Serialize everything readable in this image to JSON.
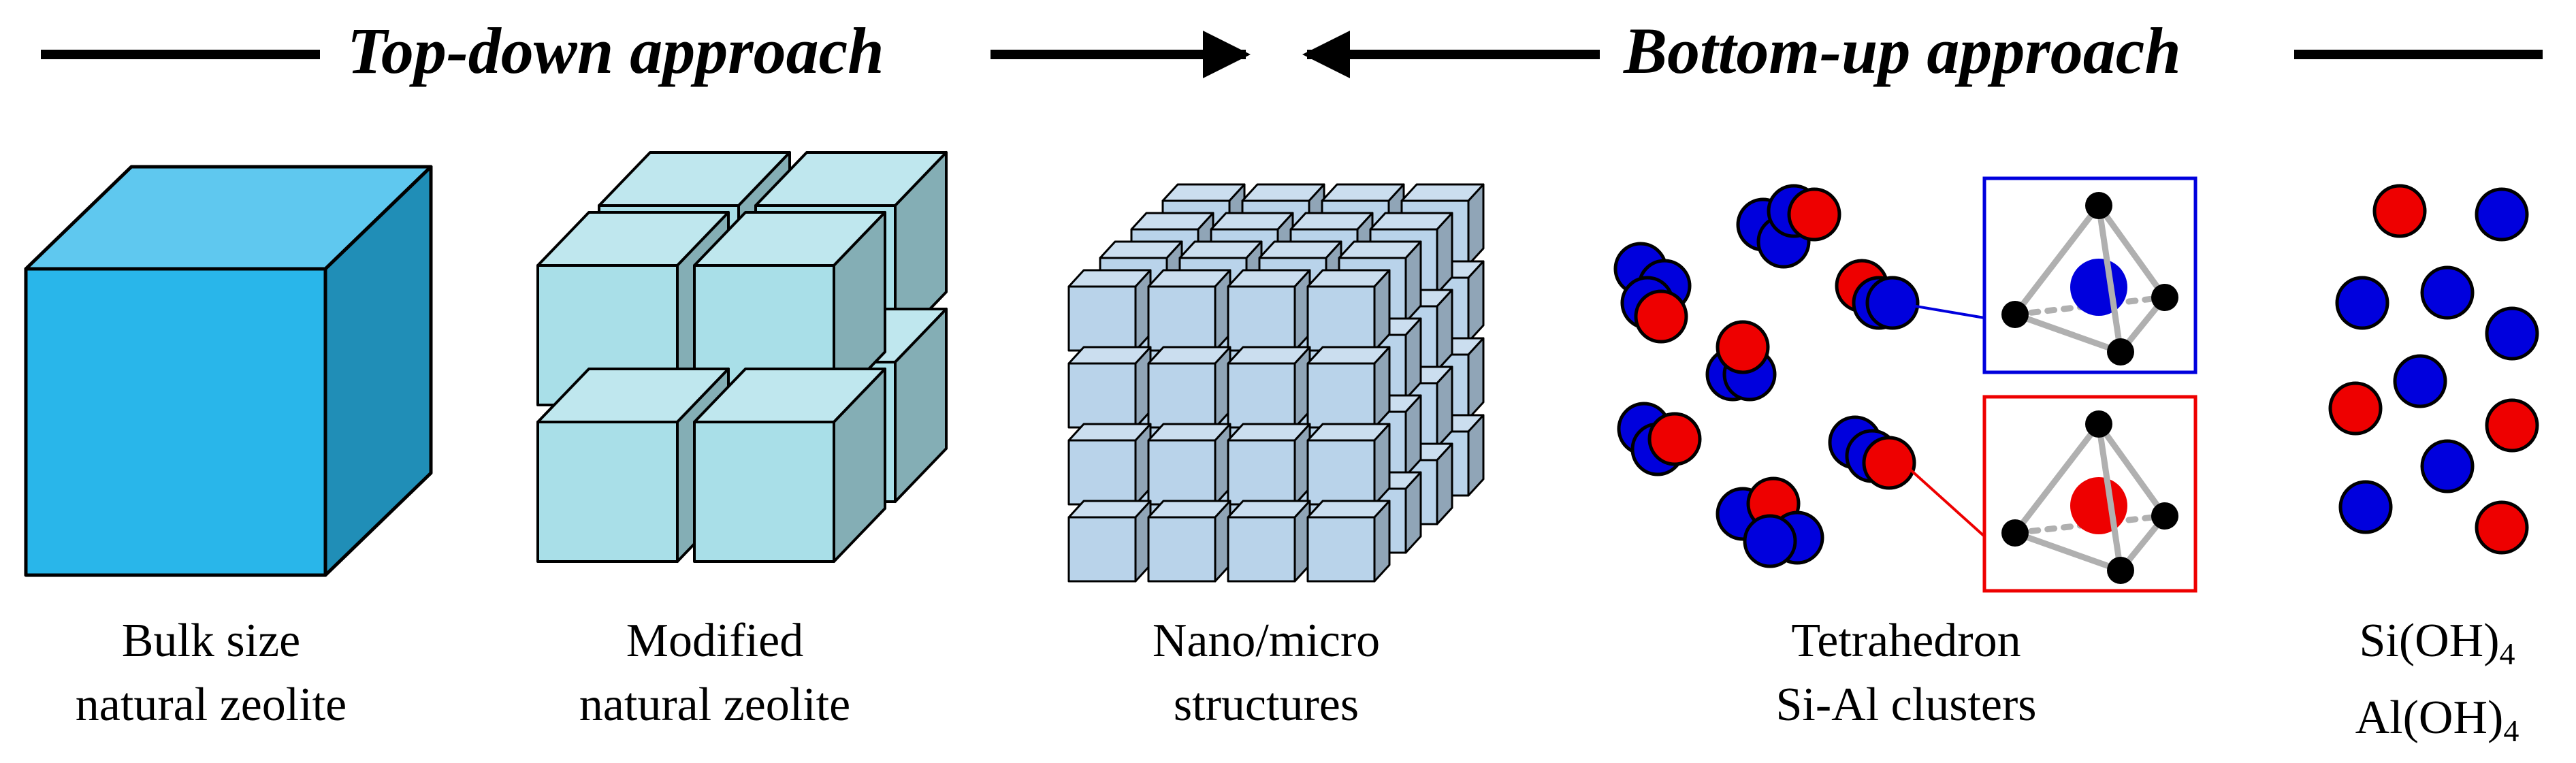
{
  "headings": {
    "top_down": "Top-down approach",
    "bottom_up": "Bottom-up approach"
  },
  "stages": [
    {
      "line1": "Bulk size",
      "line2": "natural zeolite"
    },
    {
      "line1": "Modified",
      "line2": "natural zeolite"
    },
    {
      "line1": "Nano/micro",
      "line2": "structures"
    },
    {
      "line1": "Tetrahedron",
      "line2": "Si-Al clusters"
    }
  ],
  "precursors": {
    "si_base": "Si(OH)",
    "si_sub": "4",
    "al_base": "Al(OH)",
    "al_sub": "4"
  },
  "colors": {
    "bulk_cube": "#29b6ea",
    "modified_cube": "#a9dfe8",
    "nano_cube": "#b9d3ea",
    "si_atom": "#0000dd",
    "al_atom": "#ee0000",
    "tetra_frame": "#b0b0b0",
    "outline": "#000000"
  }
}
